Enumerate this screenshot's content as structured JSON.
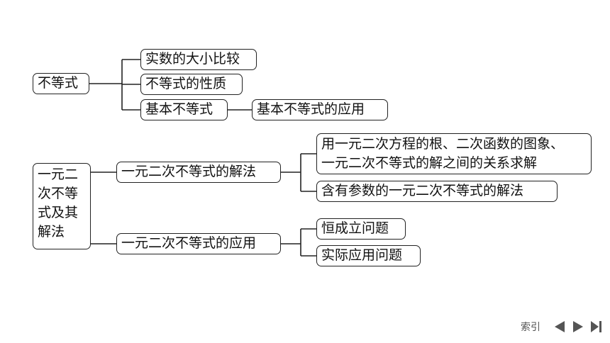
{
  "mindmap": {
    "topic1": {
      "root": "不等式",
      "children": [
        "实数的大小比较",
        "不等式的性质",
        "基本不等式"
      ],
      "grandchild": "基本不等式的应用"
    },
    "topic2": {
      "root_lines": [
        "一元二",
        "次不等",
        "式及其",
        "解法"
      ],
      "solve": "一元二次不等式的解法",
      "solve_children": {
        "relation_lines": [
          "用一元二次方程的根、二次函数的图象、",
          "一元二次不等式的解之间的关系求解"
        ],
        "param": "含有参数的一元二次不等式的解法"
      },
      "apply": "一元二次不等式的应用",
      "apply_children": [
        "恒成立问题",
        "实际应用问题"
      ]
    }
  },
  "footer": {
    "index_label": "索引",
    "icons": [
      "prev-triangle-icon",
      "next-triangle-icon",
      "last-page-icon"
    ],
    "icon_color": "#555555"
  }
}
